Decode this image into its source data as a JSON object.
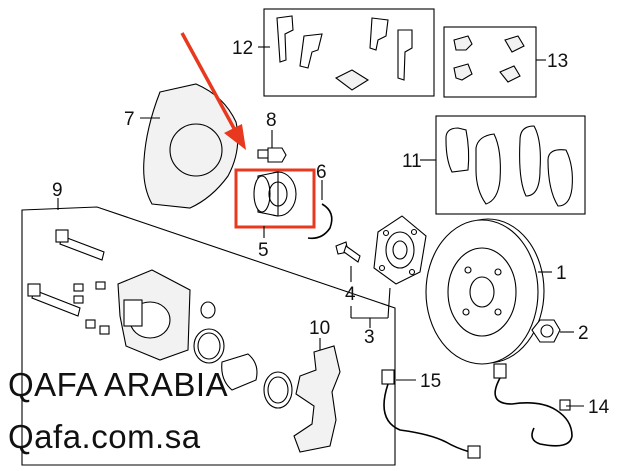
{
  "callouts": {
    "c1": "1",
    "c2": "2",
    "c3": "3",
    "c4": "4",
    "c5": "5",
    "c6": "6",
    "c7": "7",
    "c8": "8",
    "c9": "9",
    "c10": "10",
    "c11": "11",
    "c12": "12",
    "c13": "13",
    "c14": "14",
    "c15": "15"
  },
  "watermark": {
    "line1": "QAFA ARABIA",
    "line2": "Qafa.com.sa"
  },
  "colors": {
    "highlight": "#e8391f",
    "line": "#000000",
    "background": "#ffffff"
  }
}
